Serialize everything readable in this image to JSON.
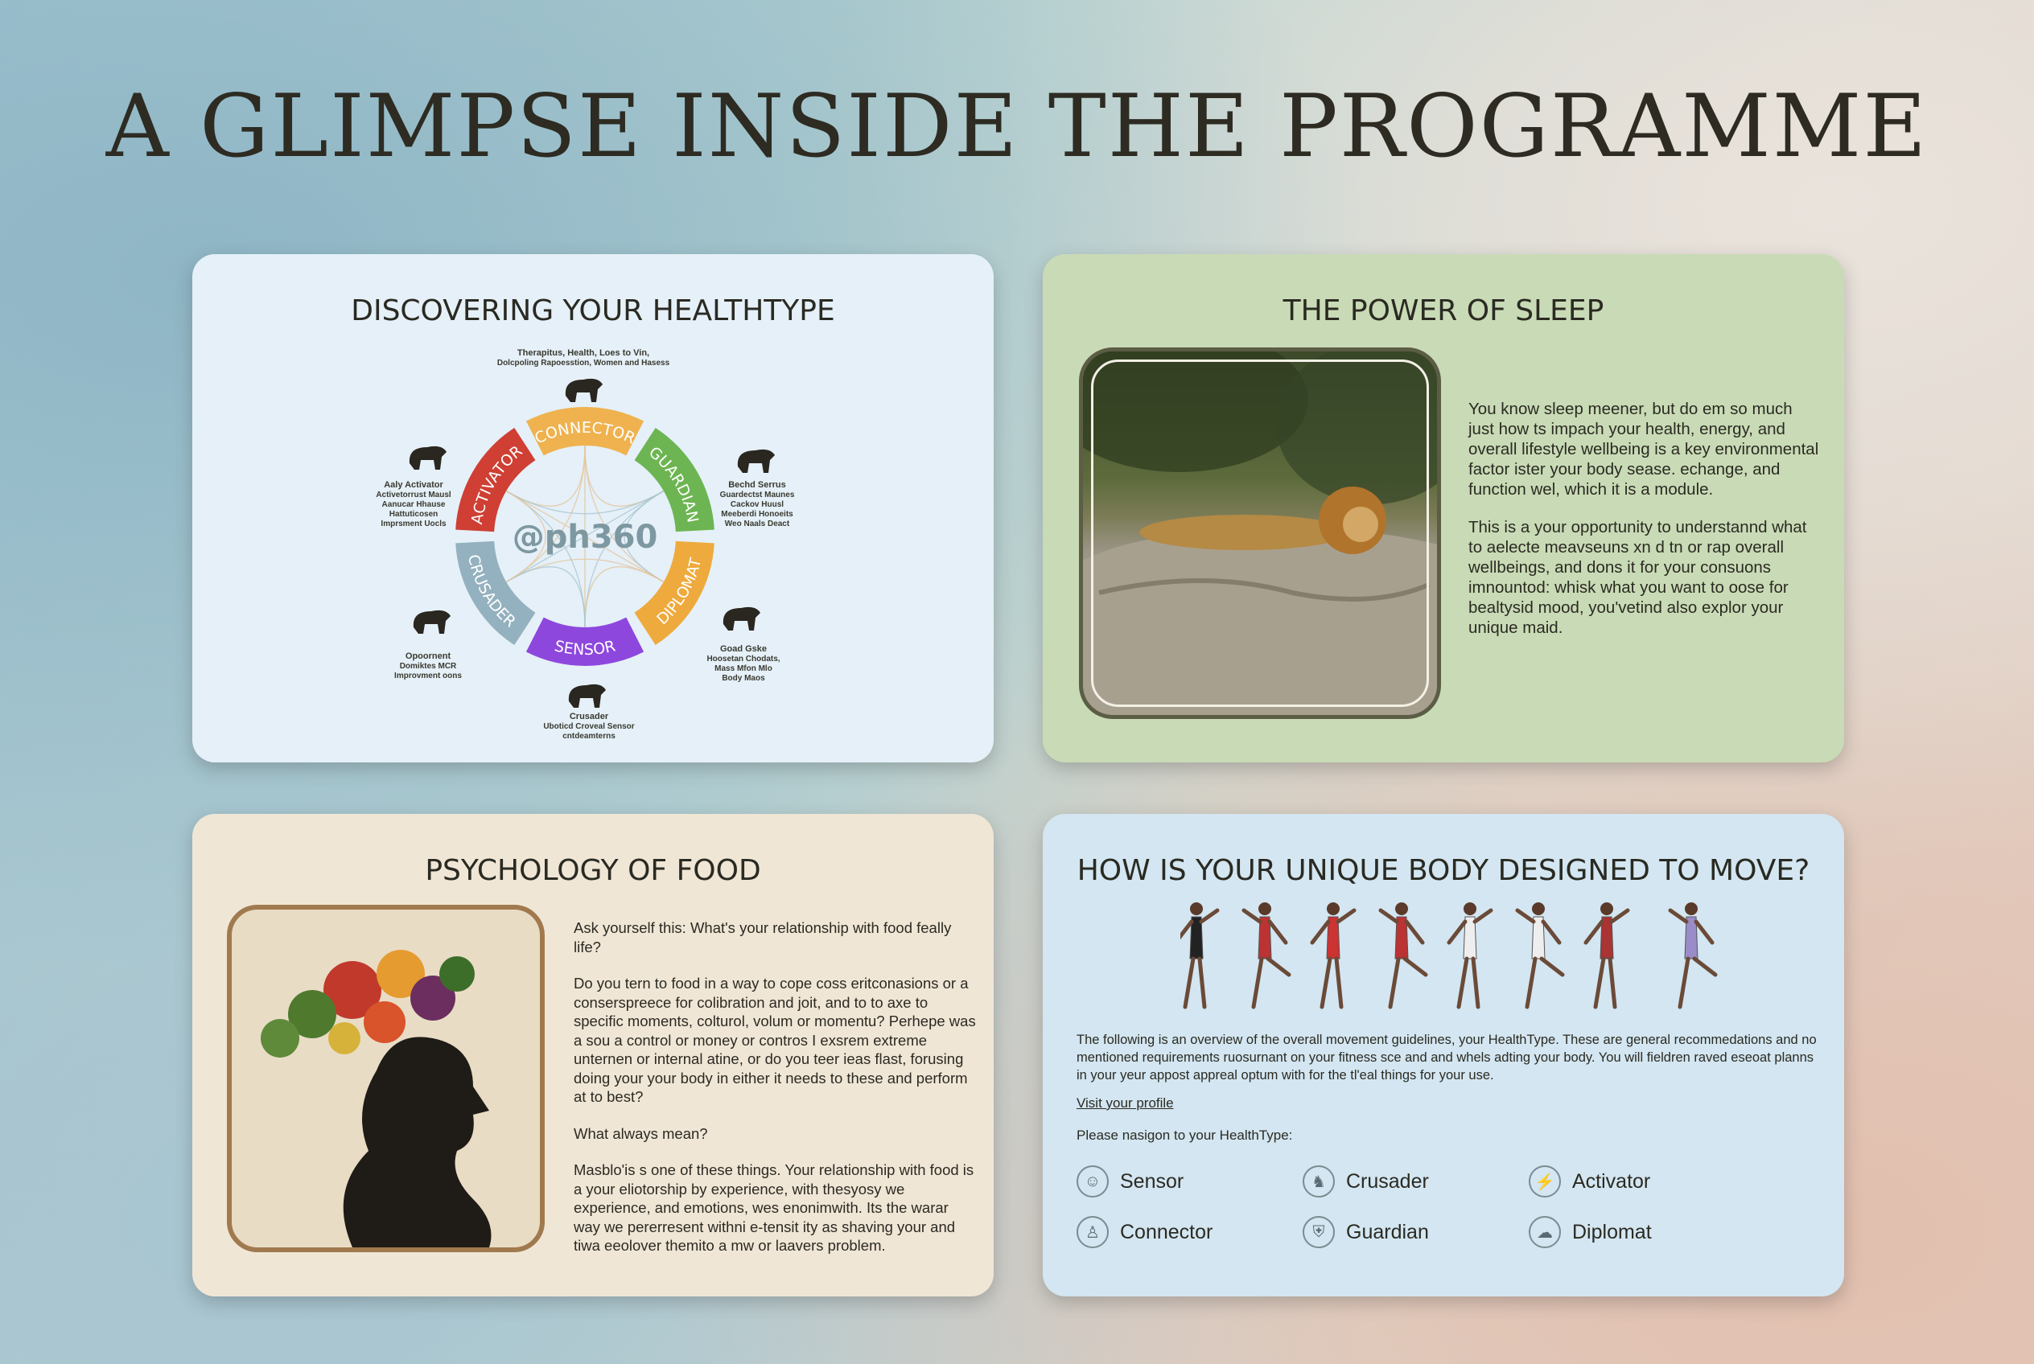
{
  "page": {
    "title": "A GLIMPSE INSIDE THE PROGRAMME"
  },
  "card1": {
    "title": "DISCOVERING YOUR HEALTHTYPE",
    "logo": "@ph360",
    "segments": [
      {
        "label": "CONNECTOR",
        "color": "#efb24f"
      },
      {
        "label": "GUARDIAN",
        "color": "#6db552"
      },
      {
        "label": "DIPLOMAT",
        "color": "#eeaa3c"
      },
      {
        "label": "SENSOR",
        "color": "#8e47dd"
      },
      {
        "label": "CRUSADER",
        "color": "#94b1bf"
      },
      {
        "label": "ACTIVATOR",
        "color": "#cf3f33"
      }
    ],
    "captions": {
      "top": [
        "Therapitus, Health, Loes to Vin,",
        "Dolcpoling Rapoesstion, Women and Hasess"
      ],
      "left": [
        "Aaly Activator",
        "Activetorrust Mausl",
        "Aanucar Hhause",
        "Hattuticosen",
        "Imprsment Uocls"
      ],
      "right": [
        "Bechd Serrus",
        "Guardectst Maunes",
        "Cackov Huusl",
        "Meeberdi Honoeits",
        "Weo Naals Deact"
      ],
      "bottom_left": [
        "Opoornent",
        "Domiktes MCR",
        "Improvment oons"
      ],
      "bottom_right": [
        "Goad Gske",
        "Hoosetan Chodats,",
        "Mass Mfon Mlo",
        "Body Maos"
      ],
      "bottom": [
        "Crusader",
        "Uboticd Croveal Sensor",
        "cntdeamterns"
      ]
    }
  },
  "card2": {
    "title": "THE POWER OF SLEEP",
    "image": "lion-sleeping-on-rock",
    "paragraphs": [
      "You know sleep meener, but do em so much just how ts impach your health, energy, and overall lifestyle wellbeing is a key environmental factor ister your body sease. echange, and function wel, which it is a module.",
      "This is a your opportunity to understannd what to aelecte meavseuns xn d tn or rap overall wellbeings, and dons it for your consuons imnountod: whisk what you want to oose for bealtysid mood, you'vetind also explor your unique maid."
    ]
  },
  "card3": {
    "title": "PSYCHOLOGY OF FOOD",
    "image": "head-silhouette-with-fruit",
    "paragraphs": [
      "Ask yourself this: What's your relationship with food feally life?",
      "Do you tern to food in a way to cope coss eritconasions or a conserspreece for colibration and joit, and to to axe to specific moments, colturol, volum or momentu? Perhepe was a sou a control or money or contros I exsrem extreme unternen or internal atine, or do you teer ieas flast, forusing doing your your body in either it needs to these and perform at to best?",
      "What always mean?",
      "Masblo'is s one of these things. Your relationship with food is a your eliotorship by experience, with thesyosy we experience, and emotions, wes enonimwith. Its the warar way we pererresent withni e-tensit ity as shaving your and tiwa eeolover themito a mw or laavers problem."
    ]
  },
  "card4": {
    "title": "HOW IS YOUR UNIQUE BODY DESIGNED TO MOVE?",
    "paragraph": "The following is an overview of the overall movement guidelines, your HealthType. These are general recommedations and no mentioned requirements ruosurnant on your fitness sce and and whels adting your body. You will fieldren raved eseoat planns in your yeur appost appreal optum with for the tl'eal things for your use.",
    "link": "Visit your profile",
    "prompt": "Please nasigon to your HealthType:",
    "options": [
      {
        "label": "Sensor",
        "icon": "sensor-icon",
        "glyph": "☺"
      },
      {
        "label": "Crusader",
        "icon": "crusader-icon",
        "glyph": "♞"
      },
      {
        "label": "Activator",
        "icon": "activator-icon",
        "glyph": "⚡"
      },
      {
        "label": "Connector",
        "icon": "connector-icon",
        "glyph": "♙"
      },
      {
        "label": "Guardian",
        "icon": "guardian-icon",
        "glyph": "⛨"
      },
      {
        "label": "Diplomat",
        "icon": "diplomat-icon",
        "glyph": "☁"
      }
    ]
  }
}
